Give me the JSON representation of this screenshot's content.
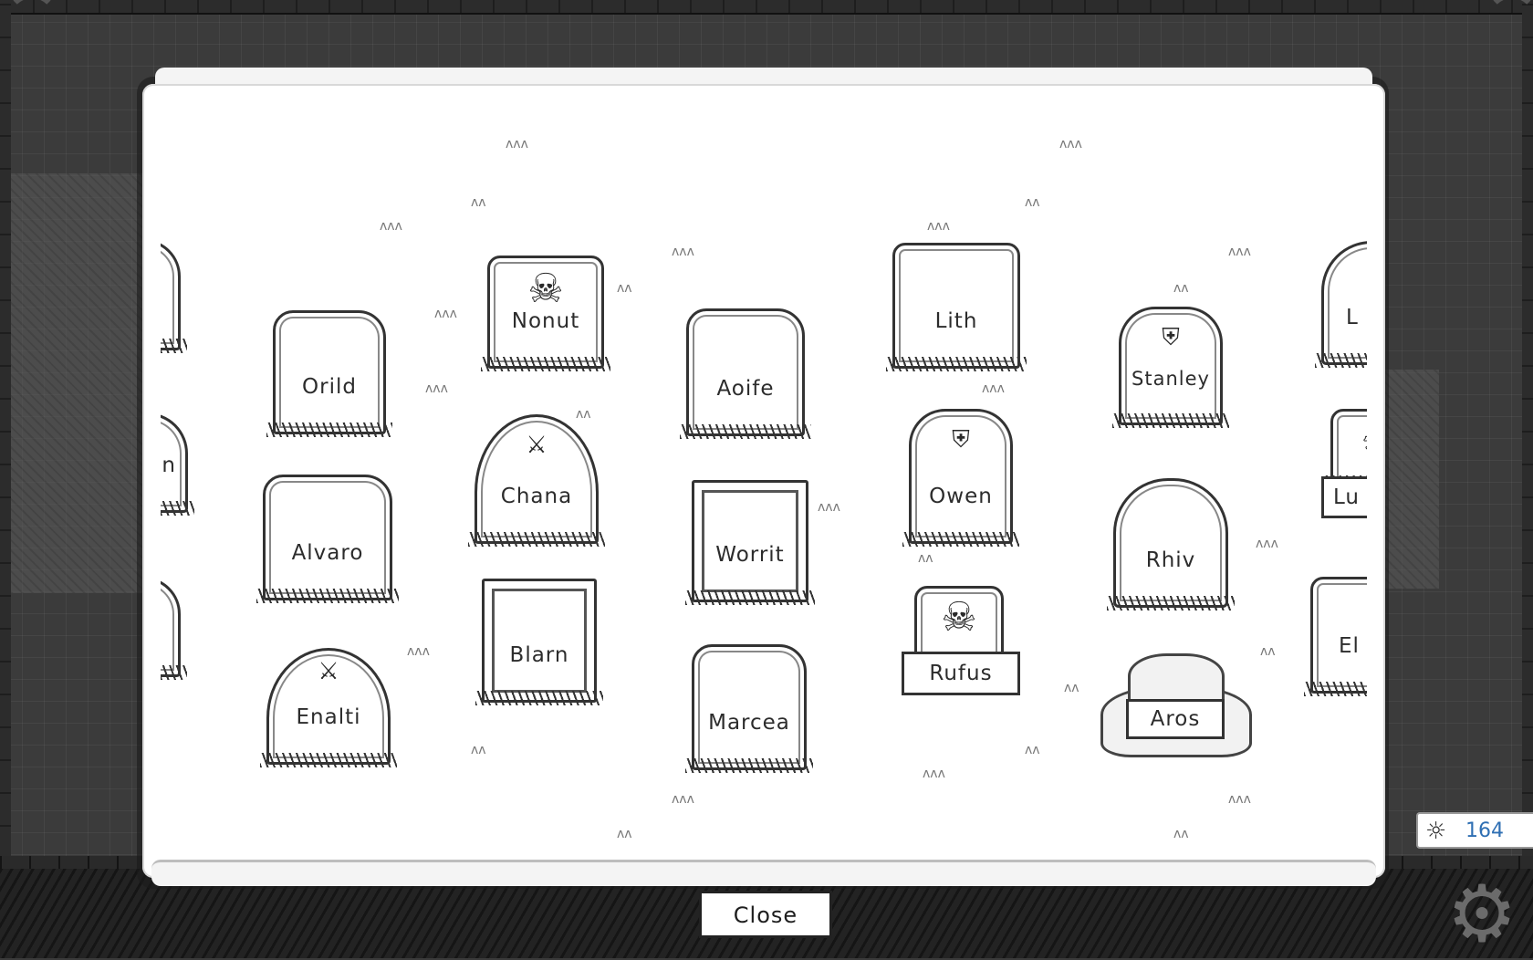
{
  "graveyard": {
    "graves": [
      {
        "name": "Orild",
        "shape": "rough"
      },
      {
        "name": "Nonut",
        "shape": "skull"
      },
      {
        "name": "Aoife",
        "shape": "rough"
      },
      {
        "name": "Lith",
        "shape": "cut"
      },
      {
        "name": "Stanley",
        "shape": "shield"
      },
      {
        "name": "Chana",
        "shape": "swords"
      },
      {
        "name": "Owen",
        "shape": "shield"
      },
      {
        "name": "Alvaro",
        "shape": "rough"
      },
      {
        "name": "Worrit",
        "shape": "rect"
      },
      {
        "name": "Rhiv",
        "shape": "round"
      },
      {
        "name": "Blarn",
        "shape": "rect"
      },
      {
        "name": "Rufus",
        "shape": "skull"
      },
      {
        "name": "Enalti",
        "shape": "swords"
      },
      {
        "name": "Marcea",
        "shape": "rough"
      },
      {
        "name": "Aros",
        "shape": "rubble"
      }
    ],
    "edge_graves": [
      {
        "name": "L"
      },
      {
        "name": "Lu"
      },
      {
        "name": "El"
      },
      {
        "name": "n"
      }
    ]
  },
  "hud": {
    "close_label": "Close",
    "currency_value": "164",
    "currency_icon": "sun-icon",
    "settings_icon": "gear-icon"
  },
  "colors": {
    "panel": "#ffffff",
    "ink": "#2c2c2c",
    "currency_text": "#2f6fb3",
    "background": "#3b3b3b"
  }
}
